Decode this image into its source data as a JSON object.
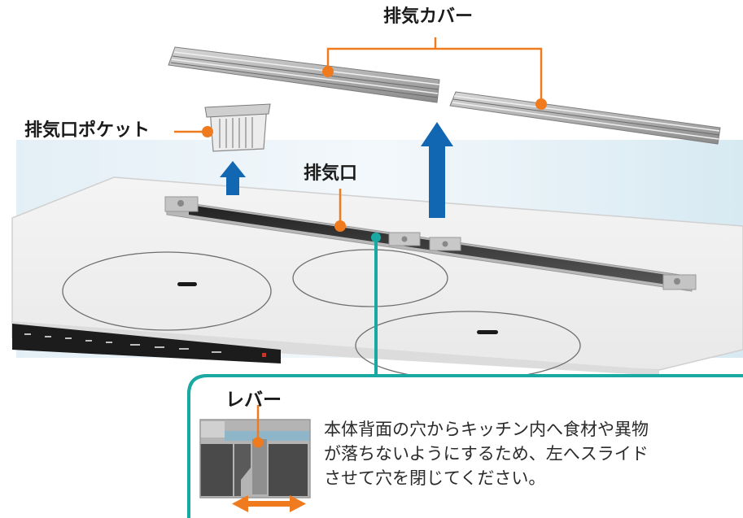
{
  "labels": {
    "exhaust_cover": "排気カバー",
    "exhaust_port_pocket": "排気口ポケット",
    "exhaust_port": "排気口",
    "lever": "レバー"
  },
  "callout": {
    "lines": [
      "本体背面の穴からキッチン内へ食材や異物",
      "が落ちないようにするため、左へスライド",
      "させて穴を閉じてください。"
    ]
  },
  "colors": {
    "leader_orange": "#f07b1f",
    "arrow_blue": "#1167b1",
    "callout_teal": "#19a9a3"
  }
}
